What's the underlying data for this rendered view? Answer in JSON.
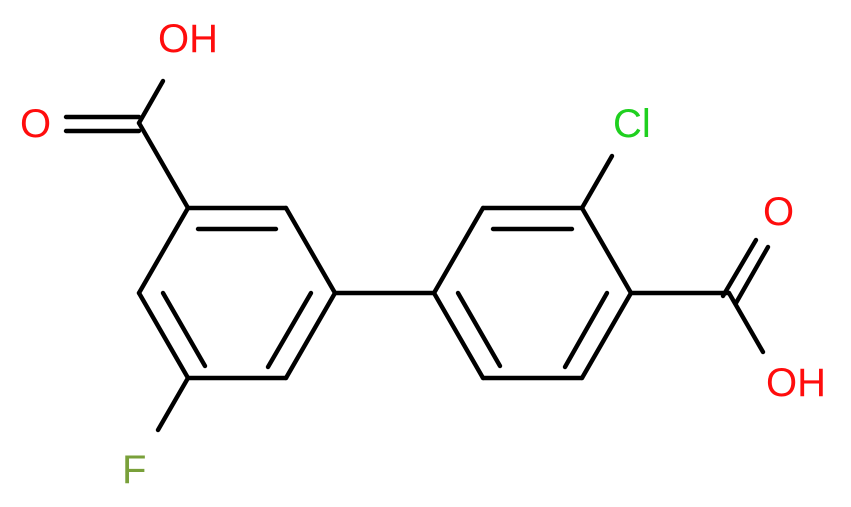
{
  "molecule": {
    "colors": {
      "bond": "#000000",
      "oxygen": "#ff0d0d",
      "chlorine": "#1fd01f",
      "fluorine": "#79a03a"
    },
    "labels": {
      "oh_top": "OH",
      "o_top": "O",
      "cl": "Cl",
      "o_right": "O",
      "oh_right": "OH",
      "f": "F"
    }
  }
}
